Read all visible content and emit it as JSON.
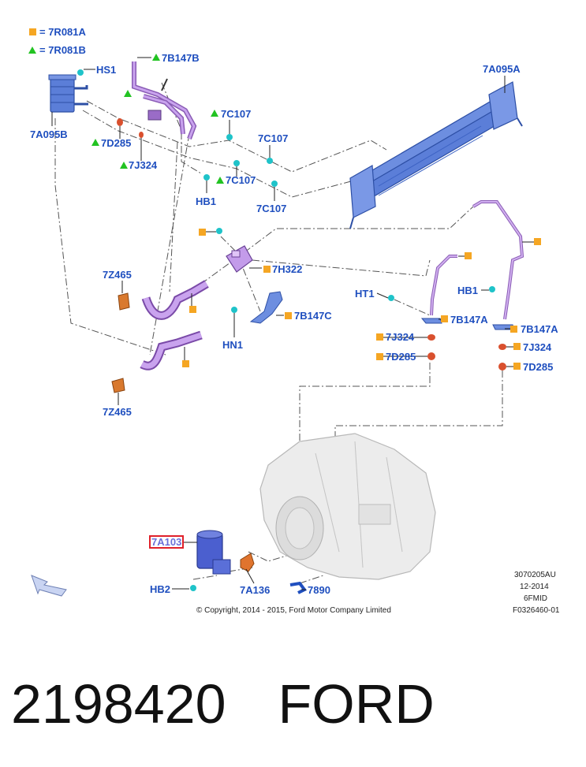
{
  "legend": {
    "square_label": "= 7R081A",
    "triangle_label": "= 7R081B",
    "square_color": "#f5a623",
    "triangle_color": "#22c322"
  },
  "parts": {
    "hs1": "HS1",
    "b147b": "7B147B",
    "a095a": "7A095A",
    "a095b": "7A095B",
    "c107_a": "7C107",
    "c107_b": "7C107",
    "c107_c": "7C107",
    "c107_d": "7C107",
    "d285_top": "7D285",
    "j324_top": "7J324",
    "hb1_left": "HB1",
    "z465_top": "7Z465",
    "z465_bottom": "7Z465",
    "h322": "7H322",
    "b147c": "7B147C",
    "hn1": "HN1",
    "ht1": "HT1",
    "hb1_right": "HB1",
    "b147a_mid": "7B147A",
    "b147a_right": "7B147A",
    "j324_mid": "7J324",
    "j324_right": "7J324",
    "d285_mid": "7D285",
    "d285_right": "7D285",
    "a103": "7A103",
    "hb2": "HB2",
    "a136": "7A136",
    "p7890": "7890"
  },
  "meta": {
    "line1": "3070205AU",
    "line2": "12-2014",
    "line3": "6FMID",
    "line4": "F0326460-01"
  },
  "copyright": "© Copyright, 2014 - 2015, Ford Motor Company Limited",
  "caption": {
    "part_number": "2198420",
    "brand": "FORD"
  },
  "colors": {
    "label_blue": "#1f4fbf",
    "cooler_blue": "#5b7ed8",
    "hose_purple": "#b98ae0",
    "clip_cyan": "#1fc3c9",
    "clamp_orange": "#d9502e",
    "highlight_red": "#e0202a"
  }
}
